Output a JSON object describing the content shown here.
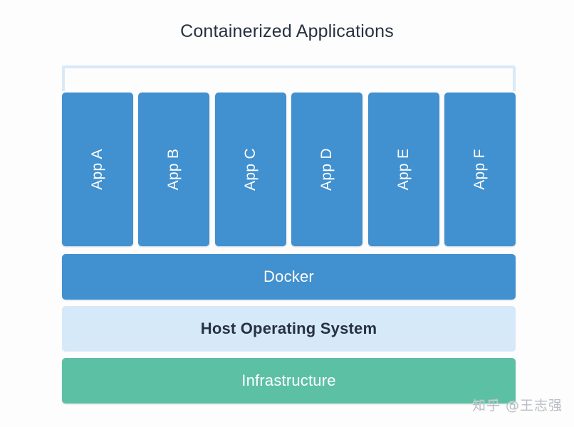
{
  "diagram": {
    "title": "Containerized Applications",
    "title_color": "#27313f",
    "background_color": "#fdfdfd",
    "bracket": {
      "name": "apps-bracket",
      "color": "#d9e9f7"
    },
    "apps": [
      {
        "label": "App A",
        "color": "#4190cf",
        "text_color": "#ffffff"
      },
      {
        "label": "App B",
        "color": "#4190cf",
        "text_color": "#ffffff"
      },
      {
        "label": "App C",
        "color": "#4190cf",
        "text_color": "#ffffff"
      },
      {
        "label": "App D",
        "color": "#4190cf",
        "text_color": "#ffffff"
      },
      {
        "label": "App E",
        "color": "#4190cf",
        "text_color": "#ffffff"
      },
      {
        "label": "App F",
        "color": "#4190cf",
        "text_color": "#ffffff"
      }
    ],
    "layers": [
      {
        "label": "Docker",
        "color": "#4190cf",
        "text_color": "#ffffff"
      },
      {
        "label": "Host Operating System",
        "color": "#d5e9f8",
        "text_color": "#27313f"
      },
      {
        "label": "Infrastructure",
        "color": "#5cc0a5",
        "text_color": "#ffffff"
      }
    ]
  },
  "watermark": {
    "text": "知乎 @王志强"
  }
}
